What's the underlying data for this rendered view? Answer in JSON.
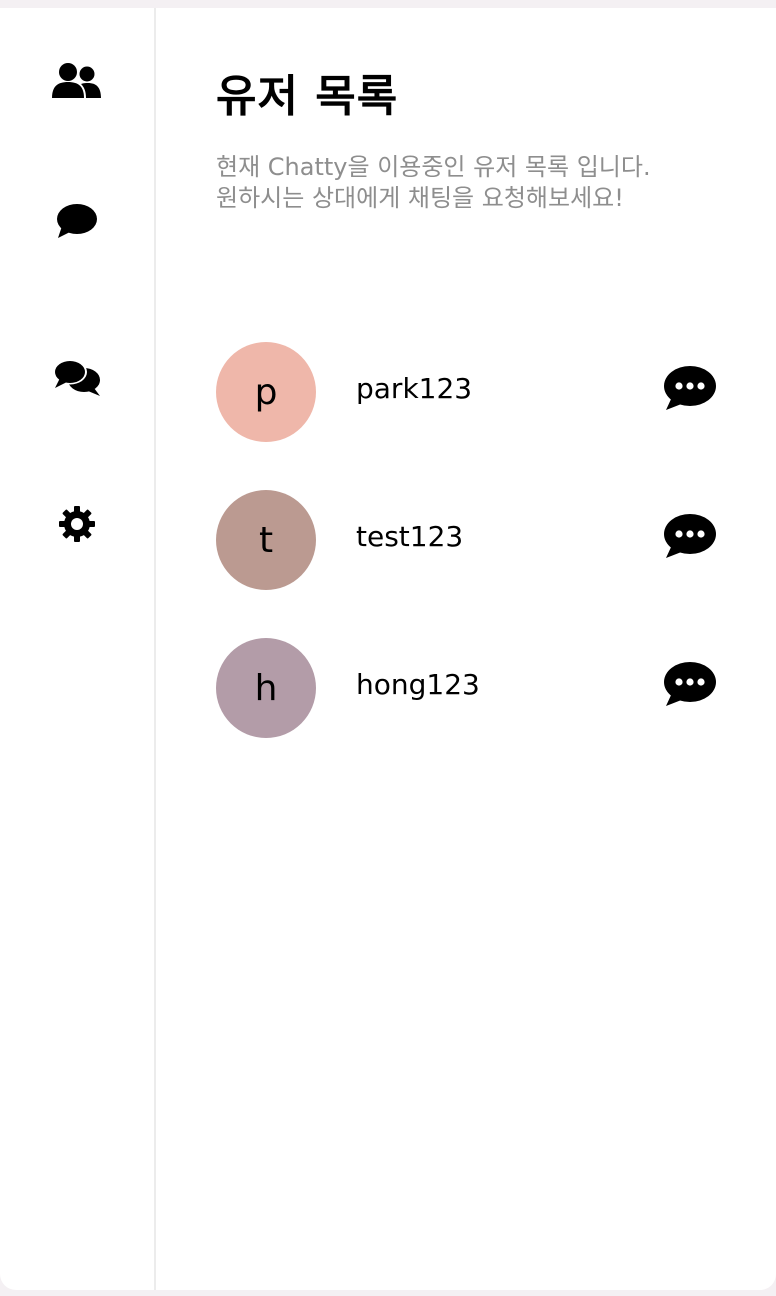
{
  "main": {
    "title": "유저 목록",
    "desc_line1": "현재 Chatty을 이용중인 유저 목록 입니다.",
    "desc_line2": "원하시는 상대에게 채팅을 요청해보세요!"
  },
  "users": [
    {
      "initial": "p",
      "name": "park123",
      "color": "#efb7aa"
    },
    {
      "initial": "t",
      "name": "test123",
      "color": "#bb9a91"
    },
    {
      "initial": "h",
      "name": "hong123",
      "color": "#b39ca8"
    }
  ],
  "sidebar": {
    "items": [
      {
        "icon": "users-icon"
      },
      {
        "icon": "comment-icon"
      },
      {
        "icon": "comments-icon"
      },
      {
        "icon": "gear-icon"
      }
    ]
  }
}
